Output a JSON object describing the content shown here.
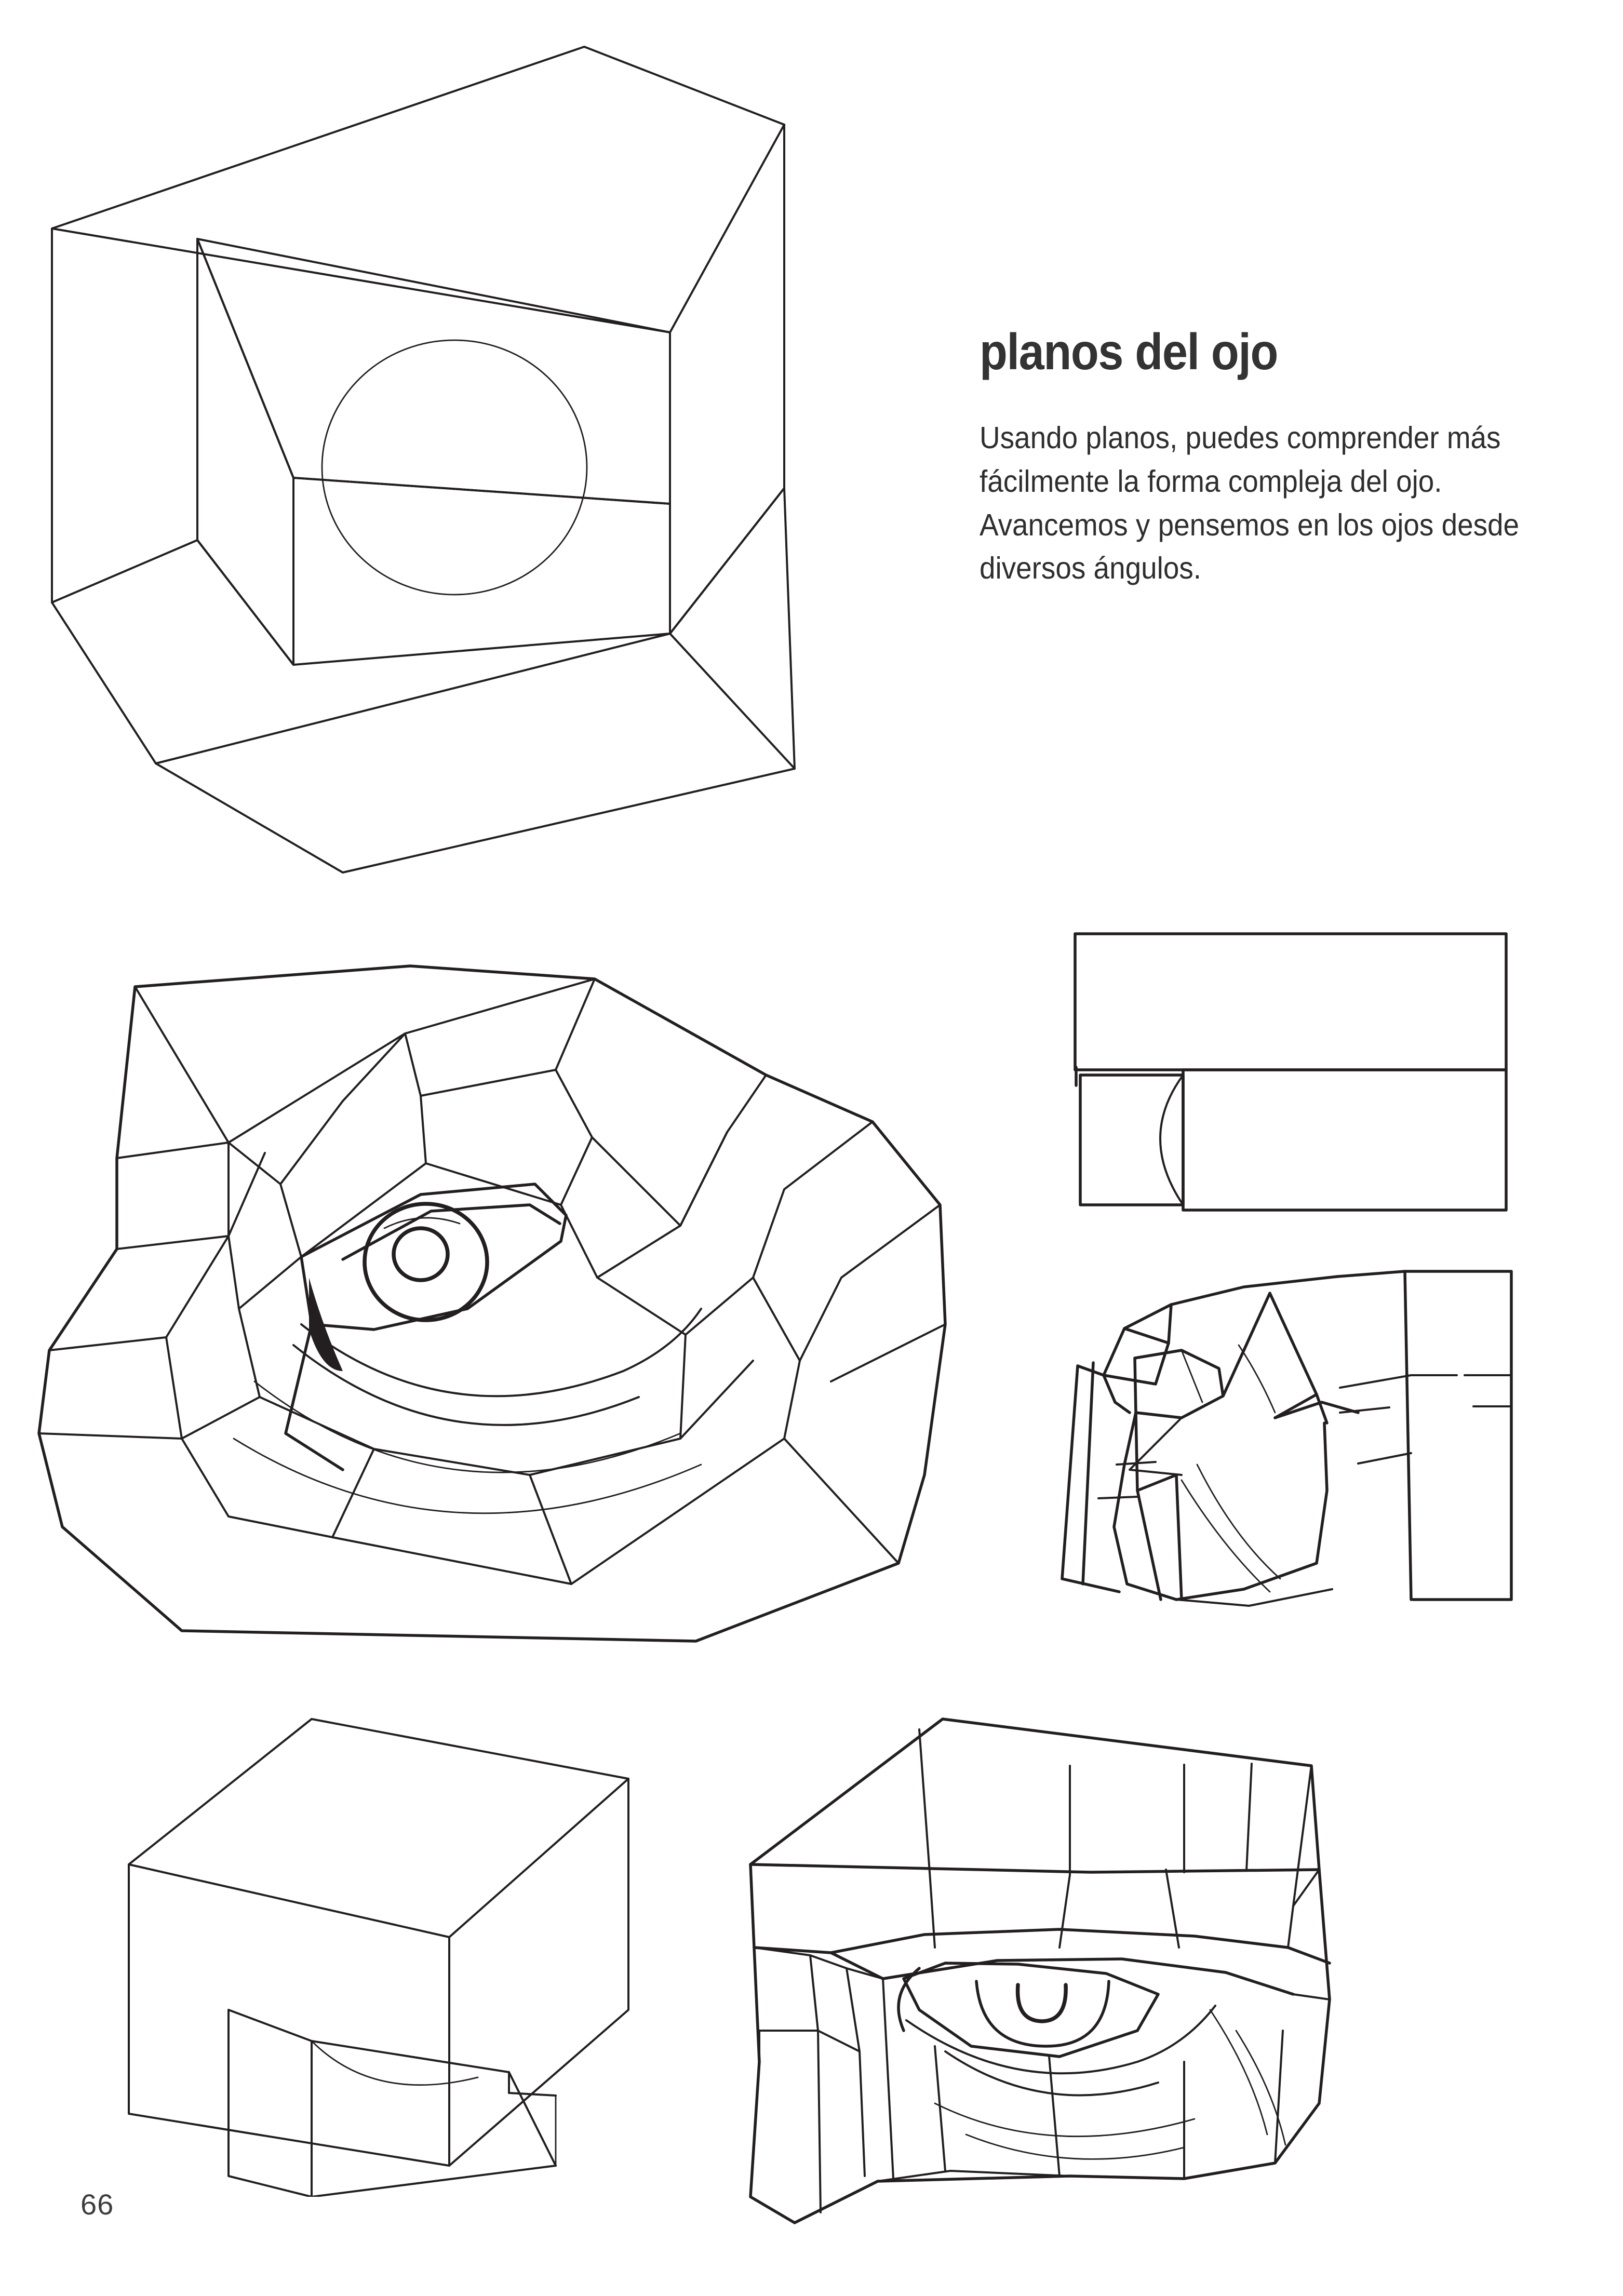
{
  "page": {
    "number": "66",
    "background_color": "#ffffff",
    "ink_color": "#231f20"
  },
  "article": {
    "title": "planos del ojo",
    "title_color": "#333333",
    "body": "Usando planos, puedes comprender más fácilmente la forma compleja del ojo. Avancemos y pensemos en los ojos desde diversos ángulos.",
    "body_color": "#2e2e2e"
  },
  "figures": [
    {
      "id": "cube-top",
      "name": "eye-socket-block-three-quarter",
      "caption": "",
      "description": "Large three-quarter view line drawing of a blocky eye socket: an outer angular box with a recessed inner box and a sphere (eyeball) set into the recess."
    },
    {
      "id": "eye-front",
      "name": "faceted-eye-front-view",
      "caption": "",
      "description": "Front three-quarter faceted plane study of an eye, the surrounding socket broken into flat planes radiating outward from the lids, with iris and pupil drawn at the centre."
    },
    {
      "id": "box-profile",
      "name": "eye-socket-block-profile",
      "caption": "",
      "description": "Schematic orthographic side view: two overlapping rectangles forming the brow and cheek masses with an arc indicating the curve of the eyeball."
    },
    {
      "id": "eye-profile",
      "name": "faceted-eye-profile-view",
      "caption": "",
      "description": "Side profile faceted plane study of the eye showing the angular lid planes and the projecting brow ridge."
    },
    {
      "id": "box-under",
      "name": "eye-socket-block-from-above",
      "caption": "",
      "description": "Simple block seen from above with a notch cut out of the front face and a small arc indicating the eyeball inside."
    },
    {
      "id": "eye-under",
      "name": "faceted-eye-from-above",
      "caption": "",
      "description": "Faceted plane study of an eye seen from a raised angle, the brow plane sweeping over the lid planes with the iris below."
    }
  ]
}
